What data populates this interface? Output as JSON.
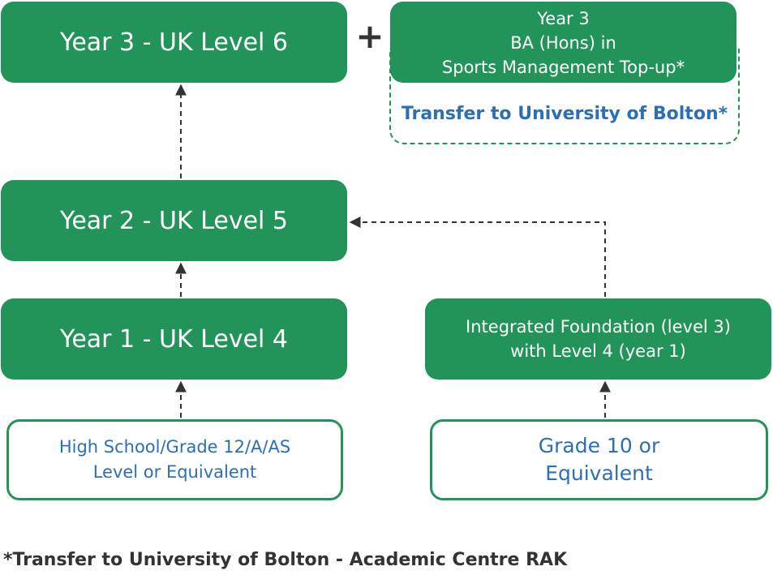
{
  "boxes": {
    "year3": "Year 3 - UK Level 6",
    "year2": "Year 2 - UK Level 5",
    "year1": "Year 1 - UK Level 4",
    "ba": "Year 3\nBA (Hons) in\nSports Management Top-up*",
    "foundation": "Integrated Foundation (level 3)\nwith Level 4 (year 1)",
    "high_school": "High School/Grade 12/A/AS\nLevel or Equivalent",
    "grade10": "Grade 10 or\nEquivalent"
  },
  "plus": "+",
  "transfer_note": "Transfer to University of Bolton*",
  "footnote": "*Transfer to University of Bolton - Academic Centre RAK",
  "colors": {
    "green": "#239459",
    "blue_text": "#2c6fb6",
    "dark_text": "#333333",
    "connector": "#333333"
  }
}
